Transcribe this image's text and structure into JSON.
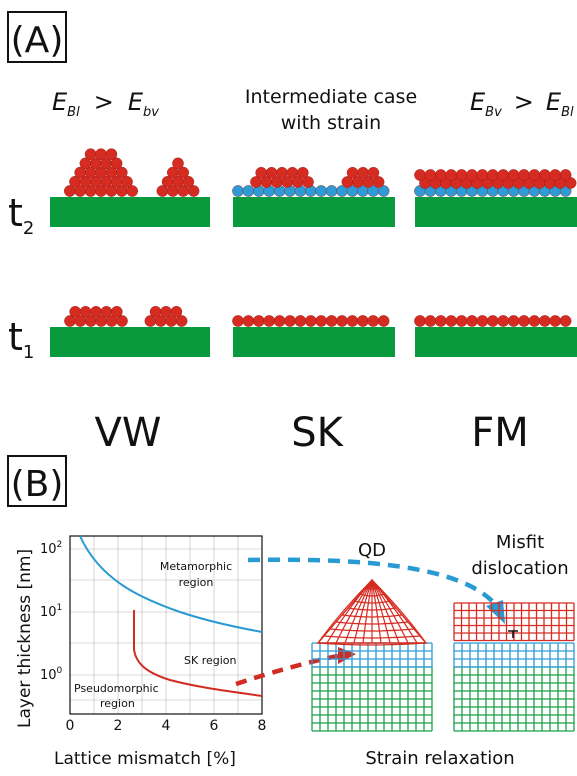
{
  "panel_a": {
    "label": "(A)",
    "headers": {
      "vw": {
        "E1": "E",
        "s1": "Bl",
        "op": ">",
        "E2": "E",
        "s2": "bv"
      },
      "sk": {
        "line1": "Intermediate case",
        "line2": "with strain"
      },
      "fm": {
        "E1": "E",
        "s1": "Bv",
        "op": ">",
        "E2": "E",
        "s2": "Bl"
      }
    },
    "time_labels": {
      "t2": {
        "t": "t",
        "sub": "2"
      },
      "t1": {
        "t": "t",
        "sub": "1"
      }
    },
    "modes": [
      "VW",
      "SK",
      "FM"
    ]
  },
  "panel_b": {
    "label": "(B)",
    "chart": {
      "ylabel": "Layer thickness [nm]",
      "xlabel": "Lattice mismatch [%]",
      "xticks": [
        "0",
        "2",
        "4",
        "6",
        "8"
      ],
      "yticks": [
        {
          "base": "10",
          "exp": "2"
        },
        {
          "base": "10",
          "exp": "1"
        },
        {
          "base": "10",
          "exp": "0"
        }
      ],
      "regions": {
        "metamorphic": [
          "Metamorphic",
          "region"
        ],
        "sk": "SK region",
        "pseudomorphic": [
          "Pseudomorphic",
          "region"
        ]
      }
    },
    "structures": {
      "qd": "QD",
      "misfit": [
        "Misfit",
        "dislocation"
      ],
      "caption": "Strain relaxation"
    }
  },
  "colors": {
    "substrate": "#0a9a3e",
    "adatom_red": "#d62b21",
    "wetting_blue": "#2e9ad6",
    "curve_blue": "#2a9ad3",
    "curve_red": "#d22b21",
    "grid_green": "#1aa24a"
  }
}
